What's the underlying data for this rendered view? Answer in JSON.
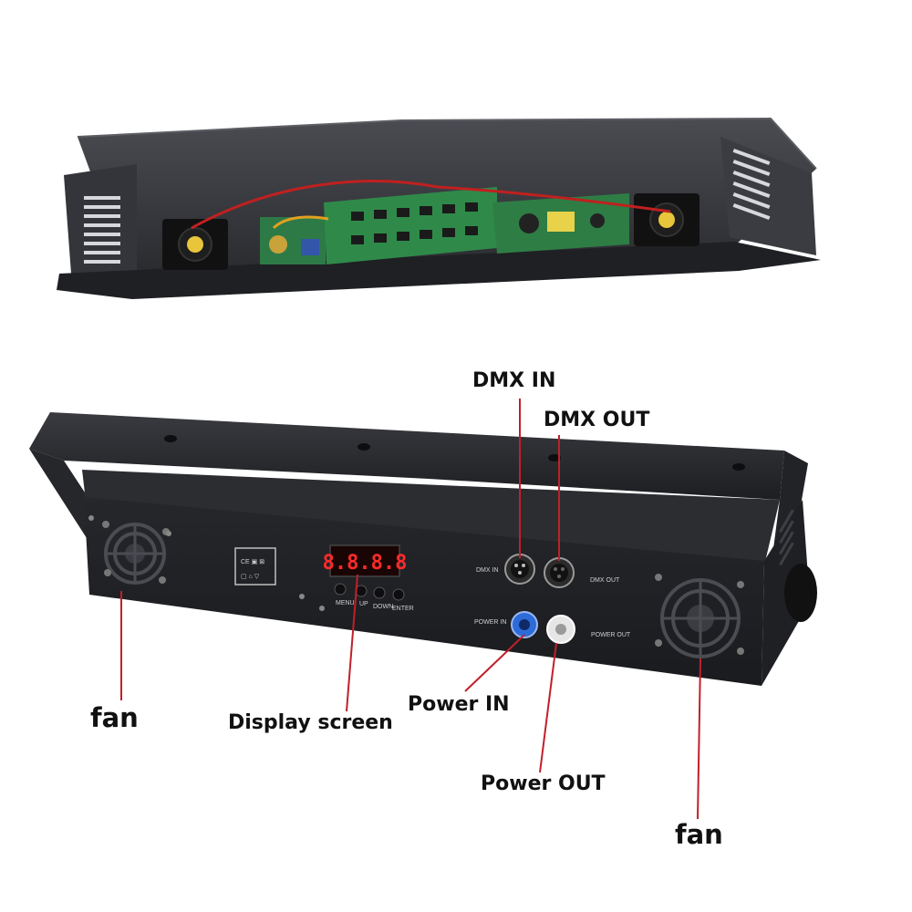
{
  "callouts": {
    "dmx_in": "DMX IN",
    "dmx_out": "DMX OUT",
    "fan_left": "fan",
    "display": "Display screen",
    "power_in": "Power IN",
    "power_out": "Power OUT",
    "fan_right": "fan"
  },
  "panel": {
    "display_value": "8.8.8.8",
    "btn_menu": "MENU",
    "btn_up": "UP",
    "btn_down": "DOWN",
    "btn_enter": "ENTER",
    "dmx_in": "DMX IN",
    "dmx_out": "DMX OUT",
    "power_in": "POWER IN",
    "power_out": "POWER OUT"
  },
  "colors": {
    "callout_line": "#c0202a",
    "housing": "#2b2c30",
    "display_digits": "#ff2a2a",
    "power_in_connector": "#2d6cd8",
    "power_out_connector": "#e6e6e6",
    "pcb": "#2f8a4a"
  }
}
